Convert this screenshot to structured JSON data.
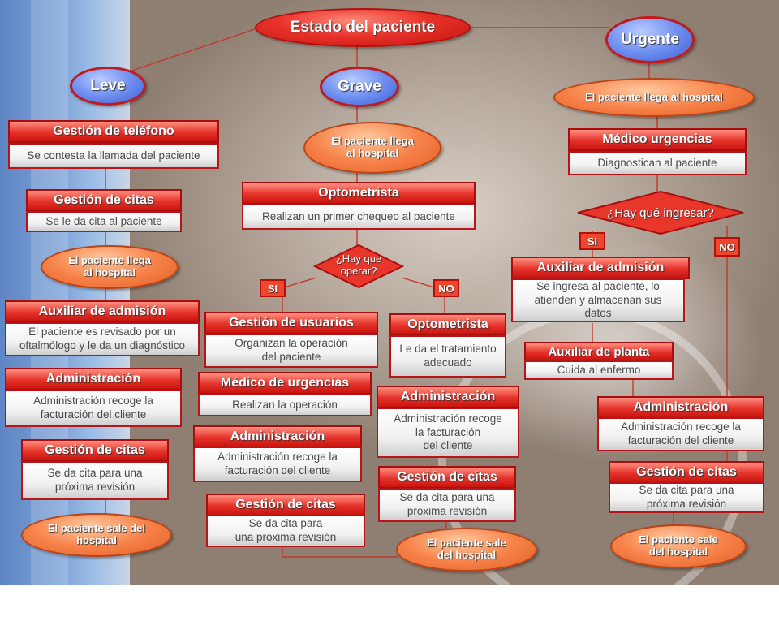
{
  "root": {
    "title": "Estado del paciente"
  },
  "branches": {
    "leve": "Leve",
    "grave": "Grave",
    "urgente": "Urgente"
  },
  "leve": {
    "telefono": {
      "title": "Gestión de teléfono",
      "text": "Se contesta la llamada del paciente"
    },
    "citas1": {
      "title": "Gestión de citas",
      "text": "Se le da cita al paciente"
    },
    "llega": "El paciente llega\nal hospital",
    "admision": {
      "title": "Auxiliar de admisión",
      "text": "El paciente es revisado por un\noftalmólogo y le da un diagnóstico"
    },
    "administracion": {
      "title": "Administración",
      "text": "Administración recoge la\nfacturación del cliente"
    },
    "citas2": {
      "title": "Gestión de citas",
      "text": "Se da cita para una\npróxima revisión"
    },
    "sale": "El paciente sale del\nhospital"
  },
  "grave": {
    "llega": "El paciente llega\nal hospital",
    "optometrista": {
      "title": "Optometrista",
      "text": "Realizan un primer chequeo al paciente"
    },
    "decision": "¿Hay que\noperar?",
    "si": "SI",
    "no": "NO",
    "usuarios": {
      "title": "Gestión de usuarios",
      "text": "Organizan la operación\ndel paciente"
    },
    "medico": {
      "title": "Médico de urgencias",
      "text": "Realizan la operación"
    },
    "admin_si": {
      "title": "Administración",
      "text": "Administración recoge la\nfacturación del cliente"
    },
    "citas_si": {
      "title": "Gestión de citas",
      "text": "Se da cita para\nuna próxima revisión"
    },
    "optometrista_no": {
      "title": "Optometrista",
      "text": "Le da el tratamiento\nadecuado"
    },
    "admin_no": {
      "title": "Administración",
      "text": "Administración recoge\nla facturación\ndel cliente"
    },
    "citas_no": {
      "title": "Gestión de citas",
      "text": "Se da cita para una\npróxima revisión"
    },
    "sale": "El paciente sale\ndel hospital"
  },
  "urgente": {
    "llega": "El paciente llega al hospital",
    "medico": {
      "title": "Médico urgencias",
      "text": "Diagnostican al paciente"
    },
    "decision": "¿Hay qué ingresar?",
    "si": "SI",
    "no": "NO",
    "admision": {
      "title": "Auxiliar de admisión",
      "text": "Se ingresa al paciente, lo\natienden y almacenan sus\ndatos"
    },
    "planta": {
      "title": "Auxiliar de planta",
      "text": "Cuida al enfermo"
    },
    "administracion": {
      "title": "Administración",
      "text": "Administración recoge la\nfacturación del cliente"
    },
    "citas": {
      "title": "Gestión de citas",
      "text": "Se da cita para una\npróxima revisión"
    },
    "sale": "El paciente sale\ndel hospital"
  }
}
